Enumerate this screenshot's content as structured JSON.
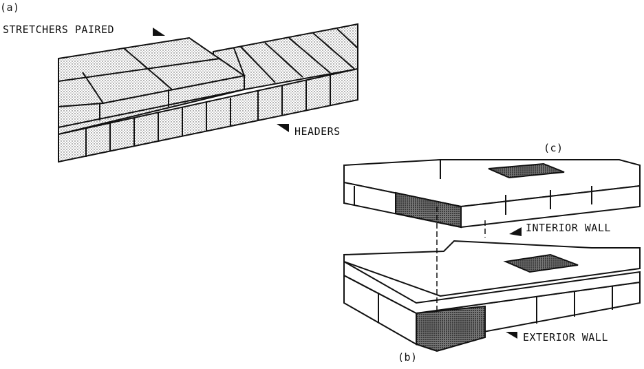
{
  "labels": {
    "fig_a": "(a)",
    "stretchers": "STRETCHERS PAIRED",
    "headers": "HEADERS",
    "fig_c": "(c)",
    "interior": "INTERIOR WALL",
    "exterior": "EXTERIOR WALL",
    "fig_b": "(b)"
  },
  "colors": {
    "ink": "#111111",
    "shade": "#555555"
  }
}
